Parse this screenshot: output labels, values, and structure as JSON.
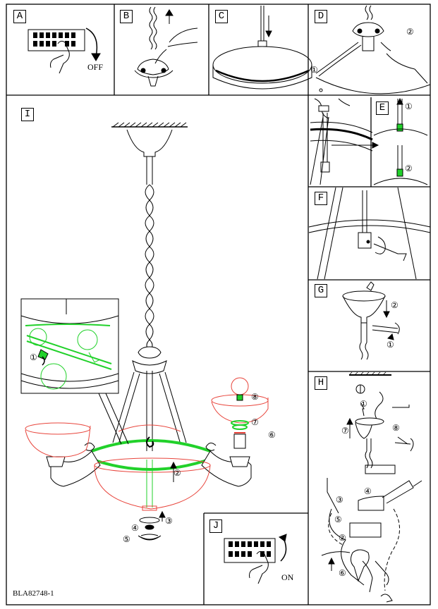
{
  "panels": {
    "A": {
      "label": "A",
      "off_text": "OFF"
    },
    "B": {
      "label": "B"
    },
    "C": {
      "label": "C"
    },
    "D": {
      "label": "D",
      "step1": "①",
      "step2": "②"
    },
    "E": {
      "label": "E",
      "step1": "①",
      "step2": "②"
    },
    "F": {
      "label": "F"
    },
    "G": {
      "label": "G",
      "step1": "①",
      "step2": "②"
    },
    "H": {
      "label": "H",
      "step1": "①",
      "step2": "②",
      "step3": "③",
      "step4": "④",
      "step5": "⑤",
      "step6": "⑥",
      "step7": "⑦",
      "step8": "⑧"
    },
    "I": {
      "label": "I",
      "step1": "①",
      "step2": "②",
      "step3": "③",
      "step4": "④",
      "step5": "⑤",
      "step6": "⑥",
      "step7": "⑦",
      "step8": "⑧"
    },
    "J": {
      "label": "J",
      "on_text": "ON"
    }
  },
  "model_code": "BLA82748-1",
  "colors": {
    "green": "#21d12a",
    "red": "#e8453c",
    "line": "#000000"
  }
}
